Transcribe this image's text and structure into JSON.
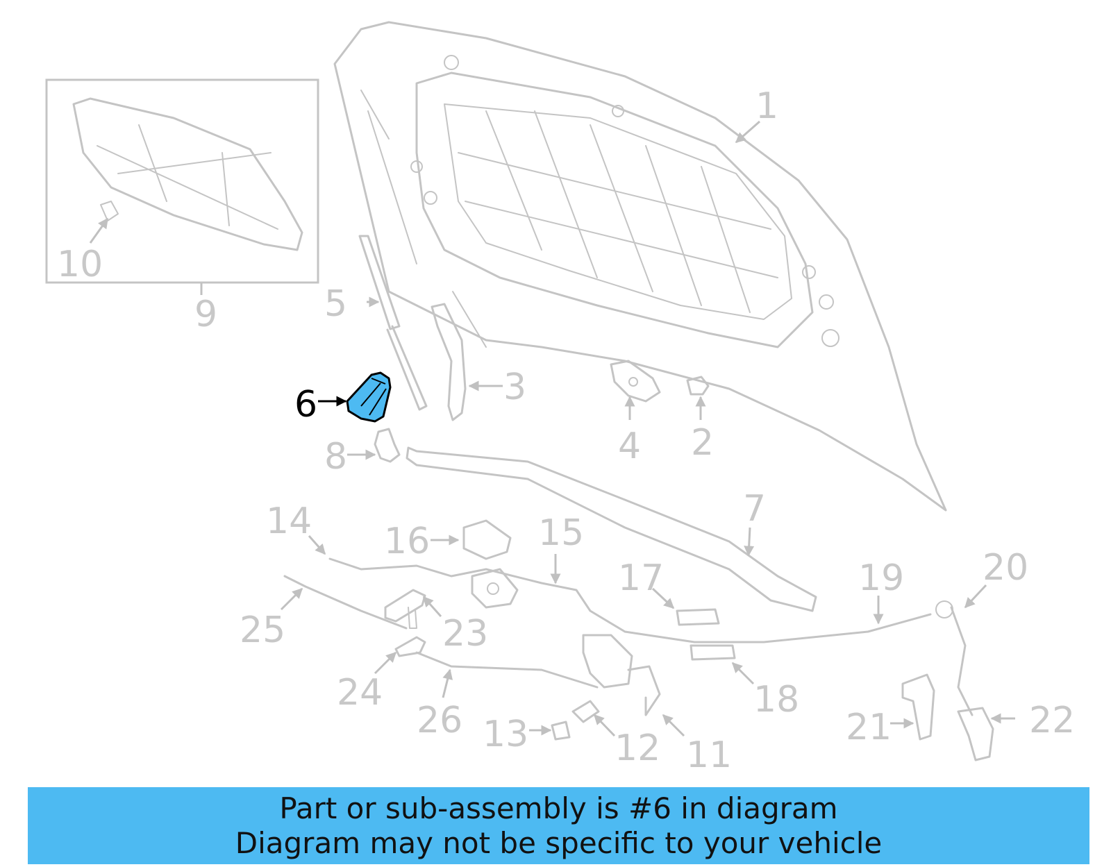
{
  "labels": {
    "l1": "1",
    "l2": "2",
    "l3": "3",
    "l4": "4",
    "l5": "5",
    "l6": "6",
    "l7": "7",
    "l8": "8",
    "l9": "9",
    "l10": "10",
    "l11": "11",
    "l12": "12",
    "l13": "13",
    "l14": "14",
    "l15": "15",
    "l16": "16",
    "l17": "17",
    "l18": "18",
    "l19": "19",
    "l20": "20",
    "l21": "21",
    "l22": "22",
    "l23": "23",
    "l24": "24",
    "l25": "25",
    "l26": "26"
  },
  "highlighted_part": "6",
  "colors": {
    "highlight": "#4dbaf2",
    "line": "#c4c4c4",
    "label": "#c8c8c8",
    "banner": "#4dbaf2"
  },
  "banner": {
    "line1": "Part or sub-assembly is #6 in diagram",
    "line2": "Diagram may not be specific to your vehicle"
  }
}
